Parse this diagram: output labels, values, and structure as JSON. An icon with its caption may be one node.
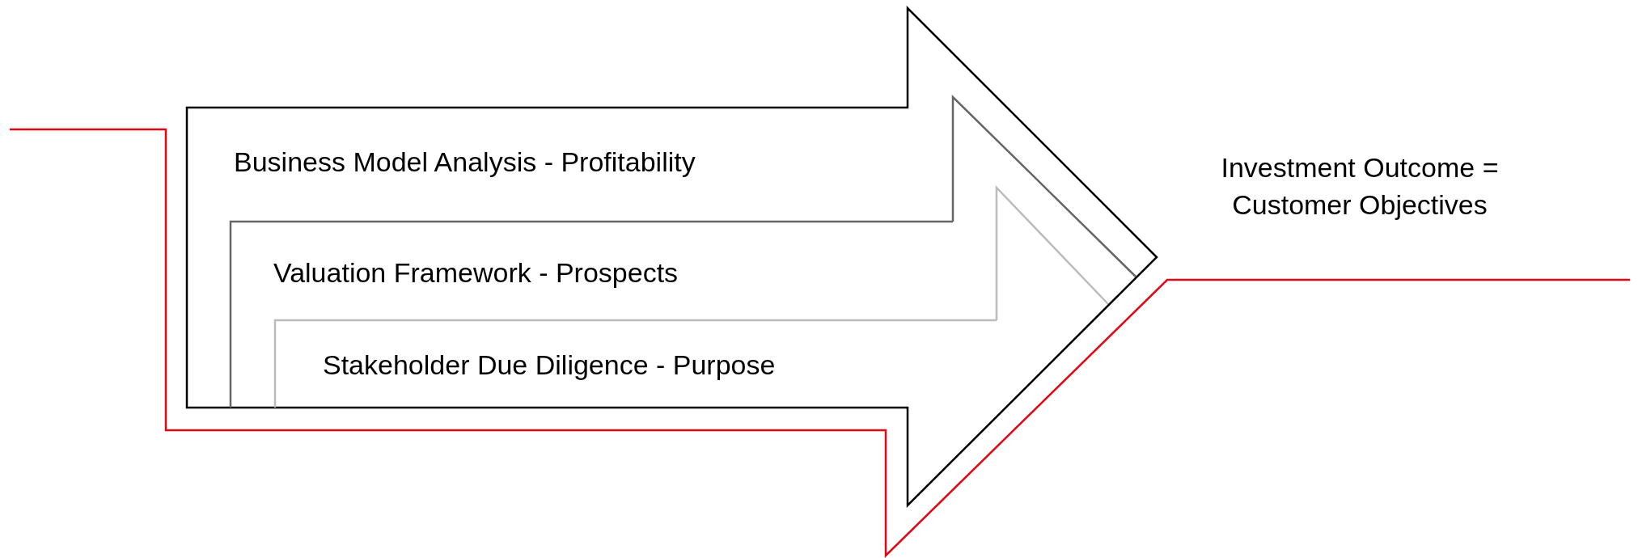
{
  "diagram": {
    "nodes": [
      {
        "text": [
          "Business Model Analysis - Profitability"
        ]
      },
      {
        "text": [
          "Valuation Framework - Prospects"
        ],
        "in": 0
      },
      {
        "text": [
          "Stakeholder Due Diligence - Purpose"
        ],
        "in": 1
      }
    ],
    "labels": [
      "Investment Outcome = Customer Objectives"
    ]
  }
}
